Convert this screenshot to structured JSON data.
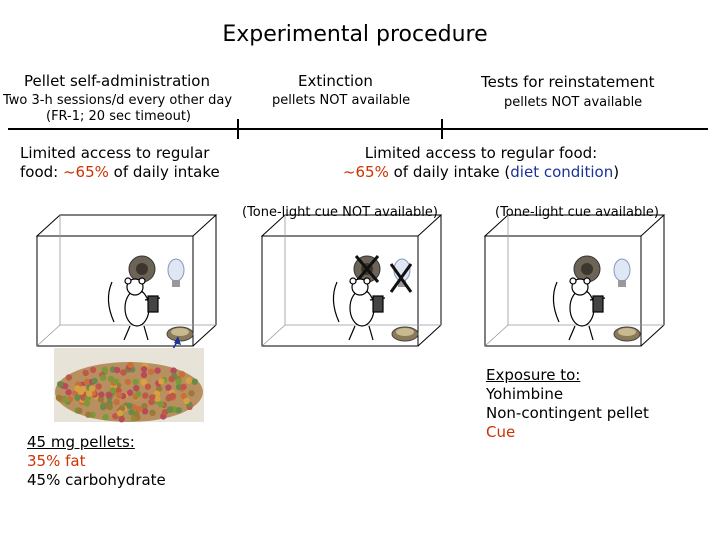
{
  "title": "Experimental procedure",
  "phases": [
    {
      "heading": "Pellet self-administration",
      "line1": "Two 3-h sessions/d every other day",
      "line2": "(FR-1; 20 sec timeout)"
    },
    {
      "heading": "Extinction",
      "line1": "pellets NOT available"
    },
    {
      "heading": "Tests for reinstatement",
      "line1": "pellets NOT available"
    }
  ],
  "food_left": {
    "line1": "Limited access to regular",
    "line2_pre": "food: ",
    "line2_hl": "~65%",
    "line2_post": " of daily intake"
  },
  "food_right": {
    "line1": "Limited access to regular food:",
    "line2_hl": "~65%",
    "line2_mid": " of daily intake (",
    "line2_diet": "diet condition",
    "line2_end": ")"
  },
  "cue_not_available": "(Tone-light cue NOT available)",
  "cue_available": "(Tone-light cue available)",
  "pellets": {
    "title": "45 mg pellets:",
    "fat": "35% fat",
    "carb": "45% carbohydrate"
  },
  "exposure": {
    "title": "Exposure to:",
    "items": [
      "Yohimbine",
      "Non-contingent pellet"
    ],
    "cue": "Cue"
  },
  "colors": {
    "highlight": "#cc3300",
    "diet": "#1a3399",
    "arrow": "#1a3399"
  }
}
